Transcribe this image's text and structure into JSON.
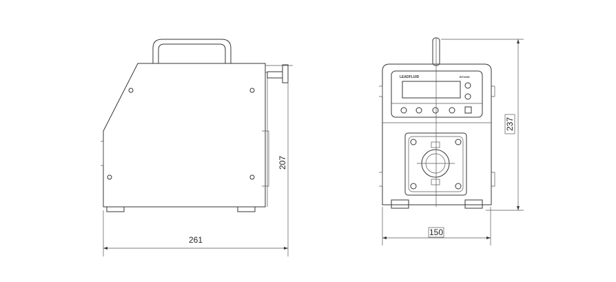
{
  "side_view": {
    "width_dim": "261",
    "height_dim": "207"
  },
  "front_view": {
    "width_dim": "150",
    "height_dim": "237",
    "brand_logo": "LEADFLUID",
    "model_logo": "BT100S"
  },
  "colors": {
    "line": "#333333",
    "background": "#ffffff"
  }
}
